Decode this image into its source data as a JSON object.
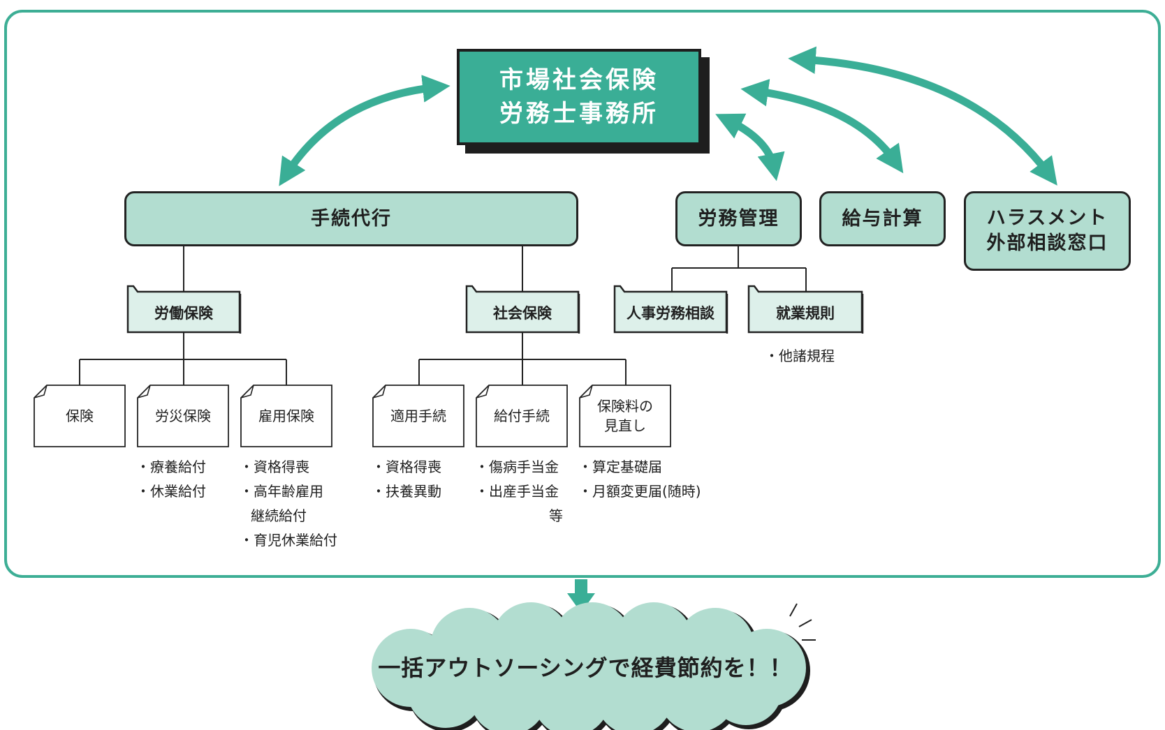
{
  "office": {
    "line1": "市場社会保険",
    "line2": "労務士事務所"
  },
  "categories": {
    "procedures": "手続代行",
    "labor_mgmt": "労務管理",
    "payroll": "給与計算",
    "harassment": {
      "line1": "ハラスメント",
      "line2": "外部相談窓口"
    }
  },
  "folders": {
    "labor_insurance": "労働保険",
    "social_insurance": "社会保険",
    "hr_consult": "人事労務相談",
    "work_rules": "就業規則"
  },
  "documents": {
    "insurance": "保険",
    "accident_insurance": "労災保険",
    "employment_insurance": "雇用保険",
    "applicable_procedures": "適用手続",
    "benefit_procedures": "給付手続",
    "premium_review": {
      "line1": "保険料の",
      "line2": "見直し"
    }
  },
  "notes": {
    "work_rules": [
      "・他諸規程"
    ],
    "accident_insurance": [
      "・療養給付",
      "・休業給付"
    ],
    "employment_insurance": {
      "a": "・資格得喪",
      "b": "・高年齢雇用",
      "b2": "継続給付",
      "c": "・育児休業給付"
    },
    "applicable_procedures": [
      "・資格得喪",
      "・扶養異動"
    ],
    "benefit_procedures": {
      "a": "・傷病手当金",
      "b": "・出産手当金",
      "b2": "等"
    },
    "premium_review": [
      "・算定基礎届",
      "・月額変更届(随時)"
    ]
  },
  "banner": "一括アウトソーシングで経費節約を！！",
  "colors": {
    "accent": "#3aae96",
    "light": "#b2ddd0",
    "pale": "#ddf0ea",
    "line": "#222222"
  }
}
